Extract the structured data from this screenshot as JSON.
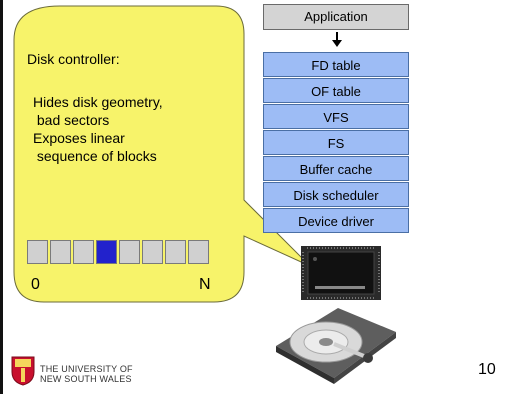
{
  "callout": {
    "title": "Disk controller:",
    "lines": [
      "Hides disk geometry,",
      " bad sectors",
      "Exposes linear",
      " sequence of blocks"
    ],
    "axis_start": "0",
    "axis_end": "N",
    "block_count": 8,
    "selected_block_index": 3,
    "fill_color": "#f7f36a",
    "block_color": "#d0d0d0",
    "selected_color": "#2222cc"
  },
  "stack": {
    "top": "Application",
    "layers": [
      "FD table",
      "OF table",
      "VFS",
      "FS",
      "Buffer cache",
      "Disk scheduler",
      "Device driver"
    ],
    "layer_color": "#9dbcf5",
    "top_color": "#d4d4d4"
  },
  "footer": {
    "university_line1": "THE UNIVERSITY OF",
    "university_line2": "NEW SOUTH WALES",
    "page_number": "10"
  }
}
